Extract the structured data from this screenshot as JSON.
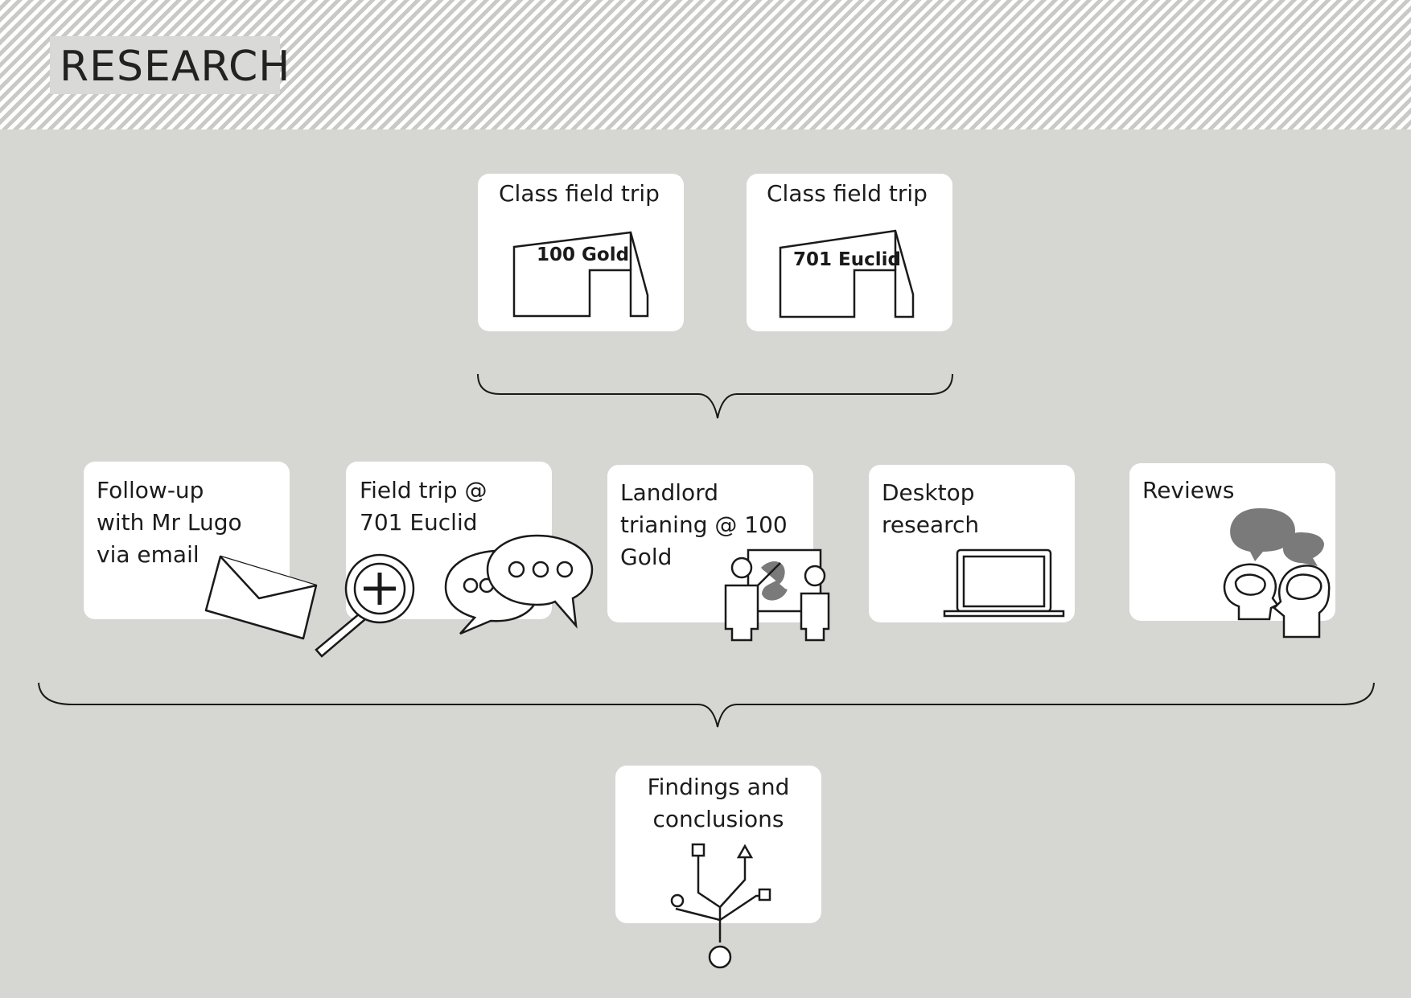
{
  "header": {
    "title": "RESEARCH"
  },
  "top_cards": [
    {
      "label": "Class field trip",
      "building_label": "100 Gold"
    },
    {
      "label": "Class field trip",
      "building_label": "701 Euclid"
    }
  ],
  "middle_cards": [
    {
      "label": "Follow-up\nwith Mr Lugo\nvia email",
      "icon": "envelope-icon"
    },
    {
      "label": "Field trip @\n701 Euclid",
      "icon": "magnifier-and-speech-bubbles-icon"
    },
    {
      "label": "Landlord\ntrianing @ 100\nGold",
      "icon": "presentation-icon"
    },
    {
      "label": "Desktop\nresearch",
      "icon": "laptop-icon"
    },
    {
      "label": "Reviews",
      "icon": "heads-and-speech-bubbles-icon"
    }
  ],
  "result_card": {
    "label": "Findings and\nconclusions",
    "icon": "branching-arrows-icon"
  },
  "colors": {
    "card": "#ffffff",
    "background": "#d6d6d3",
    "stroke": "#1a1a1a",
    "icon_gray": "#7a7a7a"
  }
}
